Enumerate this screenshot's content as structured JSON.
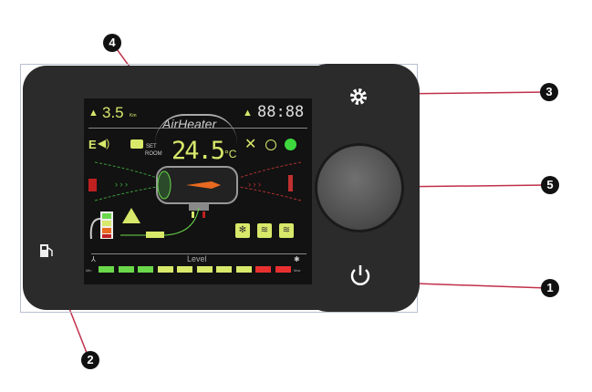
{
  "screen": {
    "distance_value": "3.5",
    "distance_unit": "Km",
    "brand": "AirHeater",
    "clock": "88:88",
    "e_label": "E",
    "set_label": "SET",
    "room_label": "ROOM",
    "temperature": "24.5",
    "temp_unit": "°C",
    "level_label": "Level",
    "min_label": "Min",
    "max_label": "Max",
    "level_segments": [
      "#6ad84a",
      "#6ad84a",
      "#6ad84a",
      "#d8e86a",
      "#d8e86a",
      "#d8e86a",
      "#d8e86a",
      "#d8e86a",
      "#e83030",
      "#e83030"
    ]
  },
  "callouts": [
    "4",
    "3",
    "5",
    "1",
    "2"
  ],
  "colors": {
    "body": "#2b2b2b",
    "lcd_yellow": "#d8e86a",
    "lcd_green": "#6ad84a",
    "lcd_red": "#e83030",
    "callout_line": "#c0304a"
  }
}
